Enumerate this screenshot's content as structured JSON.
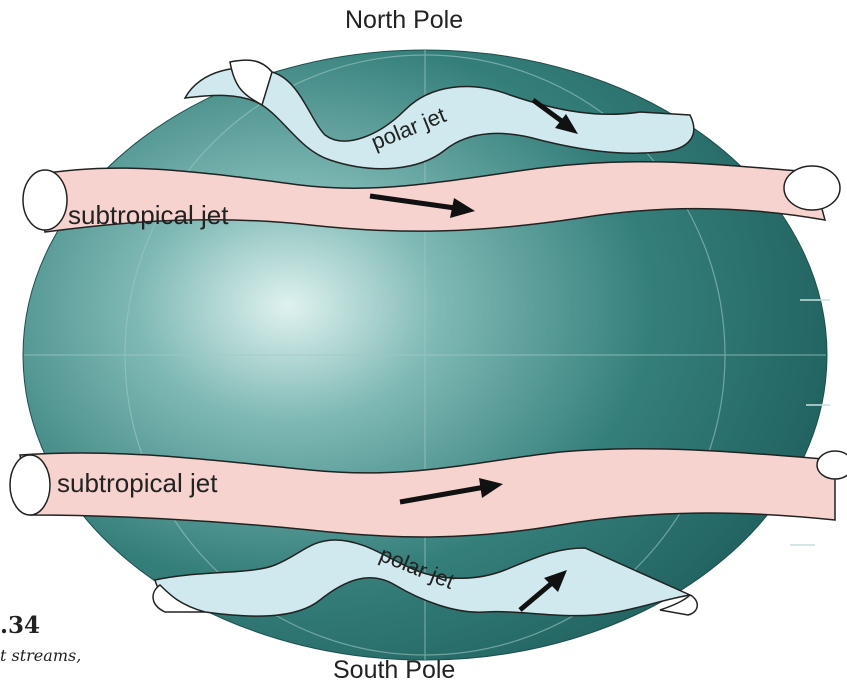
{
  "labels": {
    "north_pole": "North Pole",
    "south_pole": "South Pole",
    "polar_jet_north": "polar jet",
    "subtropical_jet_north": "subtropical jet",
    "subtropical_jet_south": "subtropical jet",
    "polar_jet_south": "polar jet"
  },
  "figure": {
    "number": ".34",
    "caption_fragment": "t streams,"
  },
  "colors": {
    "globe": "#2f7f7c",
    "globe_highlight": "#d9efec",
    "polar_jet_fill": "#cfe9ee",
    "subtropical_jet_fill": "#f6d3cf",
    "outline": "#222222"
  }
}
